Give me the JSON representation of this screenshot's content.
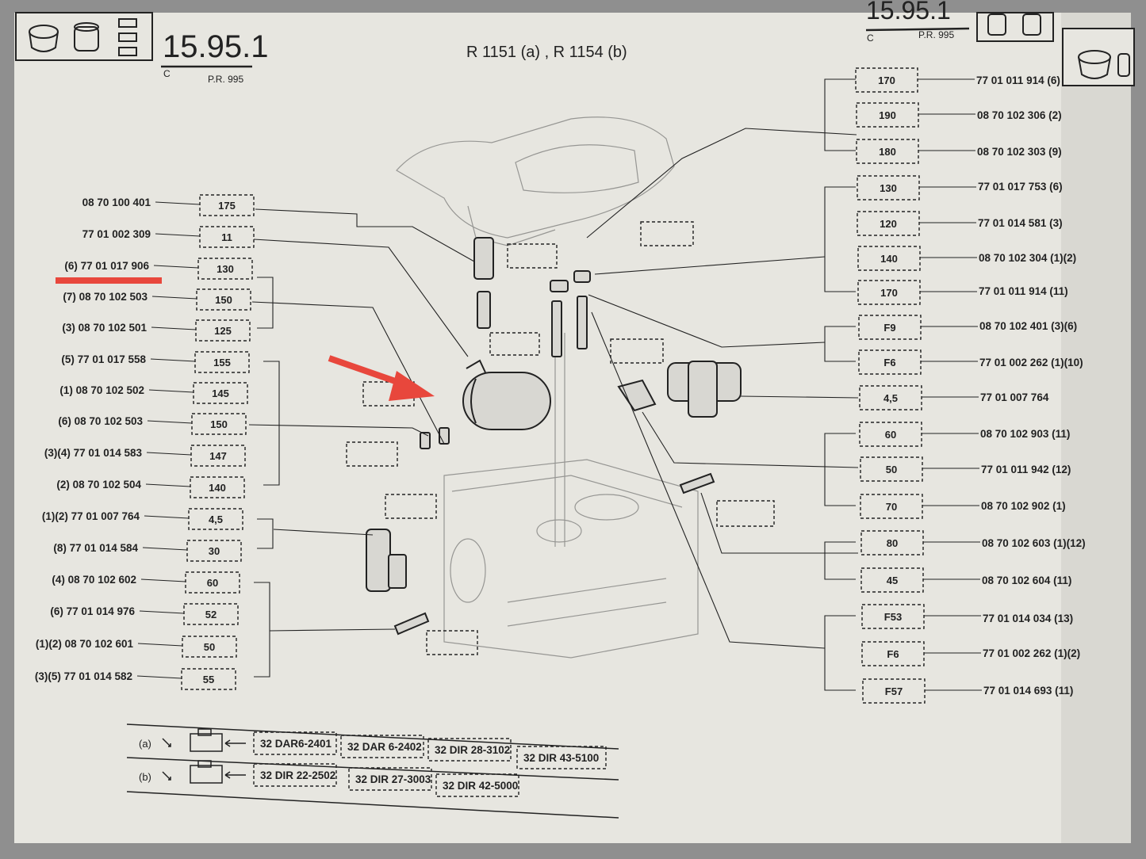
{
  "header": {
    "page_number": "15.95.1",
    "page_prefix": "C",
    "pr_ref": "P.R. 995",
    "models": "R 1151 (a) , R 1154 (b)",
    "next_page_number": "15.95.1",
    "next_page_prefix": "C",
    "next_pr_ref": "P.R. 995"
  },
  "left_refs": [
    {
      "code": "08 70 100 401",
      "box": "175"
    },
    {
      "code": "77 01 002 309",
      "box": "11"
    },
    {
      "code": "(6) 77 01 017 906",
      "box": "130"
    },
    {
      "code": "(7) 08 70 102 503",
      "box": "150"
    },
    {
      "code": "(3) 08 70 102 501",
      "box": "125"
    },
    {
      "code": "(5) 77 01 017 558",
      "box": "155"
    },
    {
      "code": "(1) 08 70 102 502",
      "box": "145"
    },
    {
      "code": "(6) 08 70 102 503",
      "box": "150"
    },
    {
      "code": "(3)(4) 77 01 014 583",
      "box": "147"
    },
    {
      "code": "(2) 08 70 102 504",
      "box": "140"
    },
    {
      "code": "(1)(2) 77 01 007 764",
      "box": "4,5"
    },
    {
      "code": "(8) 77 01 014 584",
      "box": "30"
    },
    {
      "code": "(4) 08 70 102 602",
      "box": "60"
    },
    {
      "code": "(6) 77 01 014 976",
      "box": "52"
    },
    {
      "code": "(1)(2) 08 70 102 601",
      "box": "50"
    },
    {
      "code": "(3)(5) 77 01 014 582",
      "box": "55"
    }
  ],
  "right_refs": [
    {
      "box": "170",
      "code": "77 01 011 914 (6)"
    },
    {
      "box": "190",
      "code": "08 70 102 306 (2)"
    },
    {
      "box": "180",
      "code": "08 70 102 303 (9)"
    },
    {
      "box": "130",
      "code": "77 01 017 753 (6)"
    },
    {
      "box": "120",
      "code": "77 01 014 581 (3)"
    },
    {
      "box": "140",
      "code": "08 70 102 304 (1)(2)"
    },
    {
      "box": "170",
      "code": "77 01 011 914 (11)"
    },
    {
      "box": "F9",
      "code": "08 70 102 401 (3)(6)"
    },
    {
      "box": "F6",
      "code": "77 01 002 262 (1)(10)"
    },
    {
      "box": "4,5",
      "code": "77 01 007 764"
    },
    {
      "box": "60",
      "code": "08 70 102 903 (11)"
    },
    {
      "box": "50",
      "code": "77 01 011 942 (12)"
    },
    {
      "box": "70",
      "code": "08 70 102 902 (1)"
    },
    {
      "box": "80",
      "code": "08 70 102 603 (1)(12)"
    },
    {
      "box": "45",
      "code": "08 70 102 604 (11)"
    },
    {
      "box": "F53",
      "code": "77 01 014 034 (13)"
    },
    {
      "box": "F6",
      "code": "77 01 002 262 (1)(2)"
    },
    {
      "box": "F57",
      "code": "77 01 014 693 (11)"
    }
  ],
  "legend": {
    "row_a": {
      "label": "(a)",
      "items": [
        "32 DAR6-2401",
        "32 DAR 6-2402",
        "32 DIR 28-3102",
        "32 DIR 43-5100"
      ]
    },
    "row_b": {
      "label": "(b)",
      "items": [
        "32 DIR 22-2502",
        "32 DIR 27-3003",
        "32 DIR 42-5000"
      ]
    }
  },
  "colors": {
    "paper": "#e7e6e0",
    "ink": "#222222",
    "annotation": "#e8473c",
    "background": "#8f8f8f"
  }
}
